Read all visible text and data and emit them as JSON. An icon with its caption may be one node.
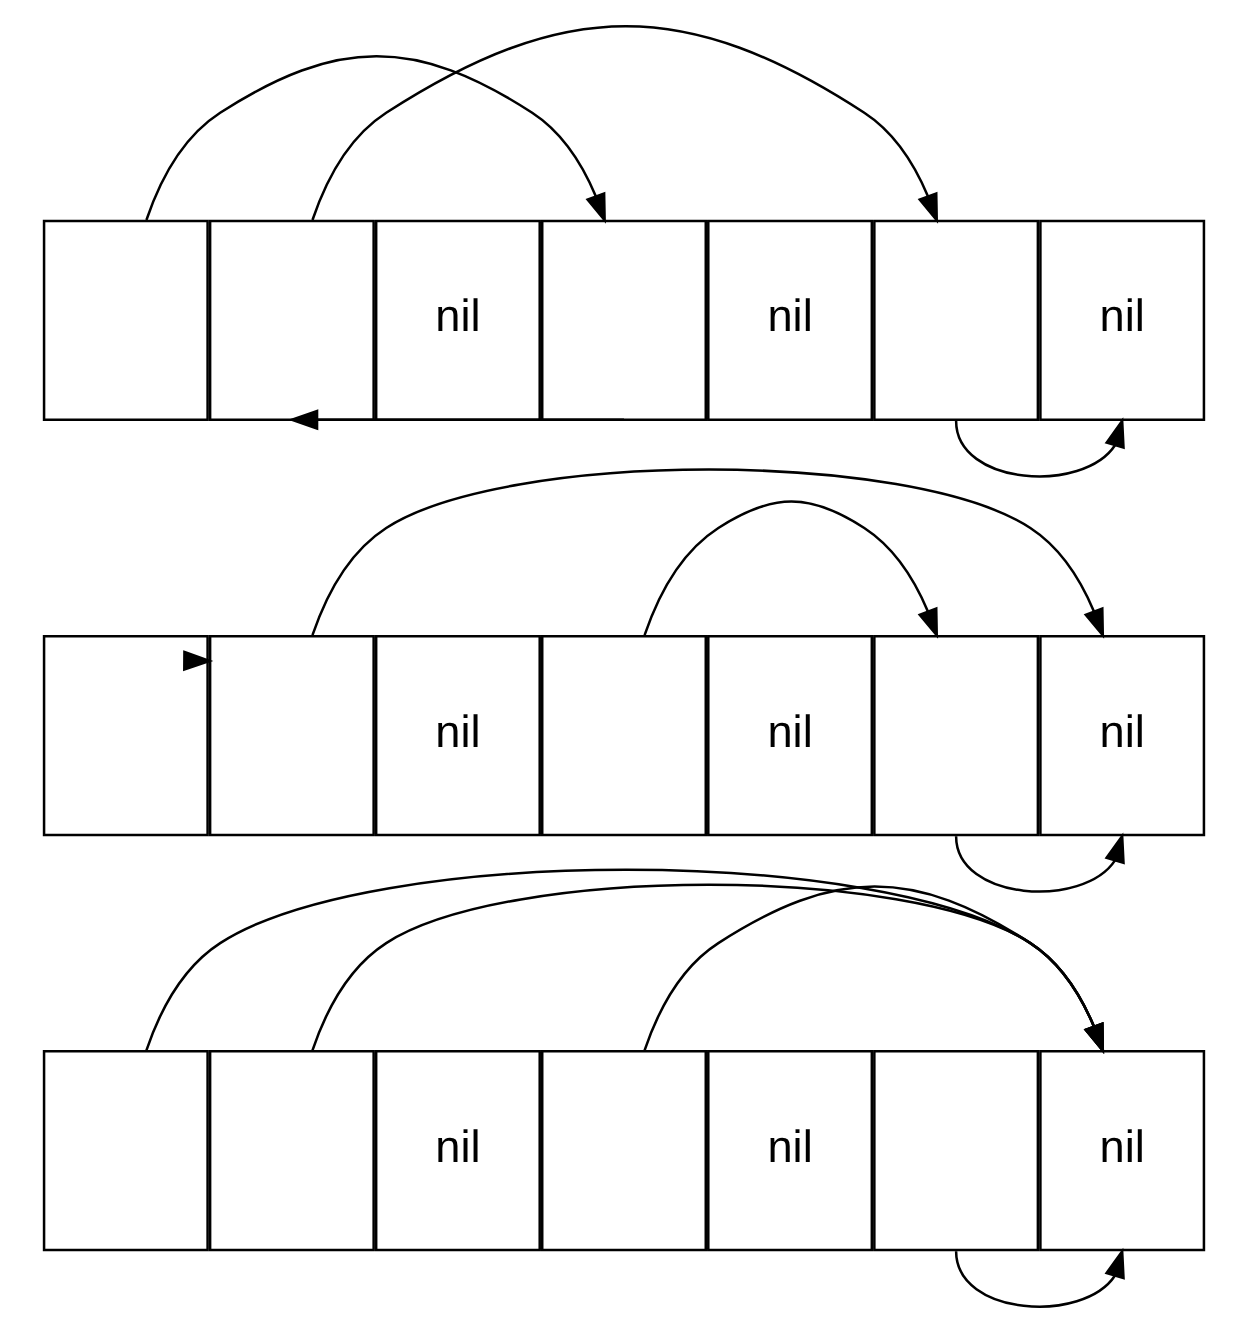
{
  "diagram": {
    "nodes": [
      {
        "text": [],
        "shape": "box"
      },
      {
        "text": [],
        "shape": "box"
      },
      {
        "text": [
          "nil"
        ]
      },
      {
        "text": [],
        "shape": "box"
      },
      {
        "text": [
          "nil"
        ]
      },
      {
        "text": [],
        "shape": "box"
      },
      {
        "text": [
          "nil"
        ]
      },
      {
        "text": [],
        "shape": "box"
      },
      {
        "text": [],
        "shape": "box"
      },
      {
        "text": [
          "nil"
        ]
      },
      {
        "text": [],
        "shape": "box"
      },
      {
        "text": [
          "nil"
        ]
      },
      {
        "text": [],
        "shape": "box"
      },
      {
        "text": [
          "nil"
        ]
      },
      {
        "text": [],
        "shape": "box"
      },
      {
        "text": [],
        "shape": "box"
      },
      {
        "text": [
          "nil"
        ]
      },
      {
        "text": [],
        "shape": "box"
      },
      {
        "text": [
          "nil"
        ]
      },
      {
        "text": [],
        "shape": "box"
      },
      {
        "text": [
          "nil"
        ]
      }
    ],
    "edges": [
      {
        "from": 0,
        "to": 3,
        "arrow": "to"
      },
      {
        "from": 1,
        "to": 5,
        "arrow": "to"
      },
      {
        "from": 3,
        "to": 1,
        "arrow": "to"
      },
      {
        "from": 5,
        "to": 6,
        "arrow": "to"
      },
      {
        "from": 7,
        "to": 8,
        "arrow": "to"
      },
      {
        "from": 8,
        "to": 13,
        "arrow": "to"
      },
      {
        "from": 10,
        "to": 12,
        "arrow": "to"
      },
      {
        "from": 12,
        "to": 13,
        "arrow": "to"
      },
      {
        "from": 14,
        "to": 20,
        "arrow": "to"
      },
      {
        "from": 15,
        "to": 20,
        "arrow": "to"
      },
      {
        "from": 17,
        "to": 20,
        "arrow": "to"
      },
      {
        "from": 19,
        "to": 20,
        "arrow": "to"
      }
    ]
  }
}
